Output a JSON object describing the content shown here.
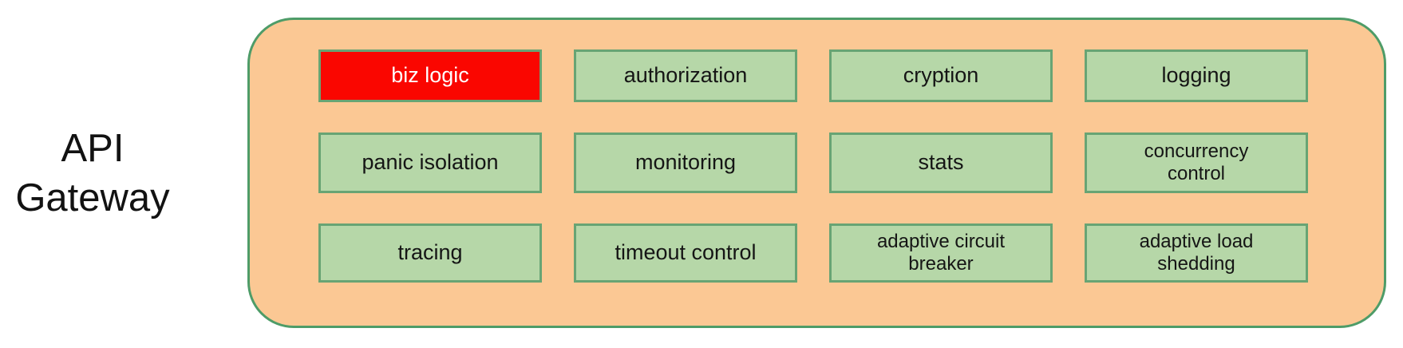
{
  "palette": {
    "container_fill": "#FBC894",
    "container_border": "#4E9C68",
    "box_fill": "#B6D7A8",
    "box_border": "#68A474",
    "highlight_fill": "#FA0600"
  },
  "title": {
    "label": "API\nGateway"
  },
  "gateway": {
    "boxes": [
      {
        "label": "biz logic",
        "highlight": true
      },
      {
        "label": "authorization",
        "highlight": false
      },
      {
        "label": "cryption",
        "highlight": false
      },
      {
        "label": "logging",
        "highlight": false
      },
      {
        "label": "panic isolation",
        "highlight": false
      },
      {
        "label": "monitoring",
        "highlight": false
      },
      {
        "label": "stats",
        "highlight": false
      },
      {
        "label": "concurrency\ncontrol",
        "highlight": false
      },
      {
        "label": "tracing",
        "highlight": false
      },
      {
        "label": "timeout control",
        "highlight": false
      },
      {
        "label": "adaptive circuit\nbreaker",
        "highlight": false
      },
      {
        "label": "adaptive load\nshedding",
        "highlight": false
      }
    ]
  }
}
